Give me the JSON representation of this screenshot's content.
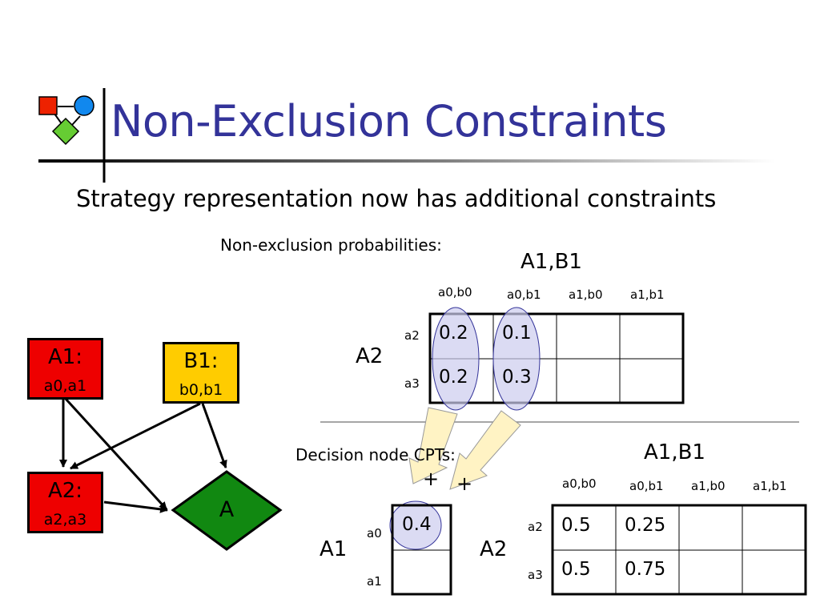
{
  "title": "Non-Exclusion Constraints",
  "subtitle": "Strategy representation now has additional constraints",
  "colors": {
    "title": "#333399",
    "red_node": "#ee0000",
    "yellow_node": "#ffcc00",
    "green_node": "#118811",
    "highlight": "#ccccee",
    "arrow_fill": "#fff3c4"
  },
  "logo_icon": "flow-diagram-icon",
  "nonexclusion": {
    "label": "Non-exclusion probabilities:",
    "col_title": "A1,B1",
    "row_title": "A2",
    "col_headers": [
      "a0,b0",
      "a0,b1",
      "a1,b0",
      "a1,b1"
    ],
    "row_headers": [
      "a2",
      "a3"
    ],
    "rows": [
      [
        "0.2",
        "0.1",
        "",
        ""
      ],
      [
        "0.2",
        "0.3",
        "",
        ""
      ]
    ]
  },
  "decision": {
    "label": "Decision node CPTs:",
    "plus_left": "+",
    "plus_right": "+",
    "a1_table": {
      "row_title": "A1",
      "row_headers": [
        "a0",
        "a1"
      ],
      "values": [
        "0.4",
        ""
      ]
    },
    "a2_table": {
      "col_title": "A1,B1",
      "row_title": "A2",
      "col_headers": [
        "a0,b0",
        "a0,b1",
        "a1,b0",
        "a1,b1"
      ],
      "row_headers": [
        "a2",
        "a3"
      ],
      "rows": [
        [
          "0.5",
          "0.25",
          "",
          ""
        ],
        [
          "0.5",
          "0.75",
          "",
          ""
        ]
      ]
    }
  },
  "graph": {
    "a1": {
      "name": "A1:",
      "values": "a0,a1"
    },
    "b1": {
      "name": "B1:",
      "values": "b0,b1"
    },
    "a2": {
      "name": "A2:",
      "values": "a2,a3"
    },
    "a": {
      "name": "A"
    }
  }
}
